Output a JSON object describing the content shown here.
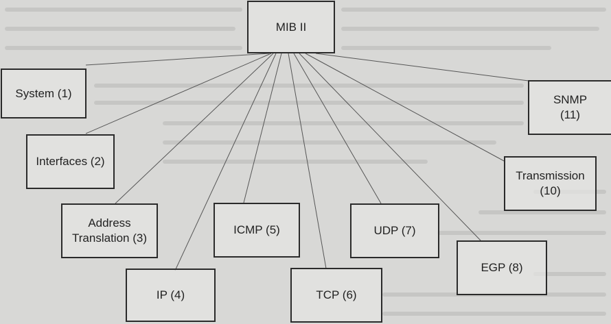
{
  "root": {
    "label": "MIB II"
  },
  "groups": [
    {
      "id": "system",
      "lines": [
        "System (1)"
      ]
    },
    {
      "id": "interfaces",
      "lines": [
        "Interfaces (2)"
      ]
    },
    {
      "id": "address-translation",
      "lines": [
        "Address",
        "Translation (3)"
      ]
    },
    {
      "id": "ip",
      "lines": [
        "IP (4)"
      ]
    },
    {
      "id": "icmp",
      "lines": [
        "ICMP (5)"
      ]
    },
    {
      "id": "tcp",
      "lines": [
        "TCP (6)"
      ]
    },
    {
      "id": "udp",
      "lines": [
        "UDP (7)"
      ]
    },
    {
      "id": "egp",
      "lines": [
        "EGP (8)"
      ]
    },
    {
      "id": "transmission",
      "lines": [
        "Transmission",
        "(10)"
      ]
    },
    {
      "id": "snmp",
      "lines": [
        "SNMP",
        "(11)"
      ]
    }
  ],
  "colors": {
    "background": "#d8d8d6",
    "box_border": "#2a2a2a",
    "line": "#555555",
    "text": "#222222"
  }
}
